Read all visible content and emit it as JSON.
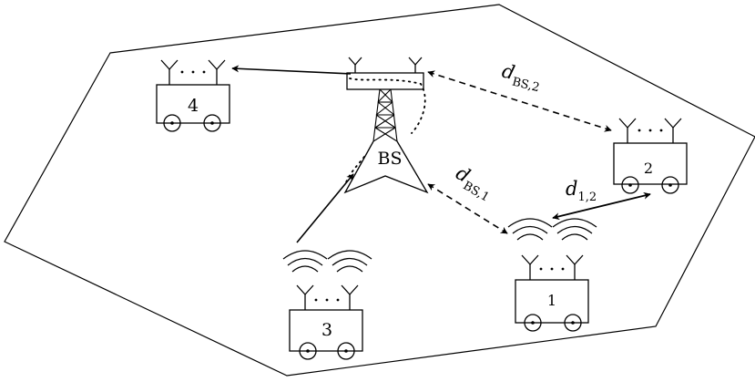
{
  "diagram": {
    "nodes": {
      "base_station": {
        "label": "BS"
      },
      "robot_1": {
        "label": "1"
      },
      "robot_2": {
        "label": "2"
      },
      "robot_3": {
        "label": "3"
      },
      "robot_4": {
        "label": "4"
      }
    },
    "links": {
      "bs_to_1": {
        "main": "d",
        "sub": "BS,1",
        "style": "dashed",
        "direction": "bidirectional"
      },
      "bs_to_2": {
        "main": "d",
        "sub": "BS,2",
        "style": "dashed",
        "direction": "bidirectional"
      },
      "r1_to_r2": {
        "main": "d",
        "sub": "1,2",
        "style": "solid",
        "direction": "bidirectional"
      },
      "r3_to_bs": {
        "style": "solid",
        "direction": "to-bs"
      },
      "bs_to_r4": {
        "style": "solid",
        "direction": "to-robot-4"
      }
    }
  }
}
